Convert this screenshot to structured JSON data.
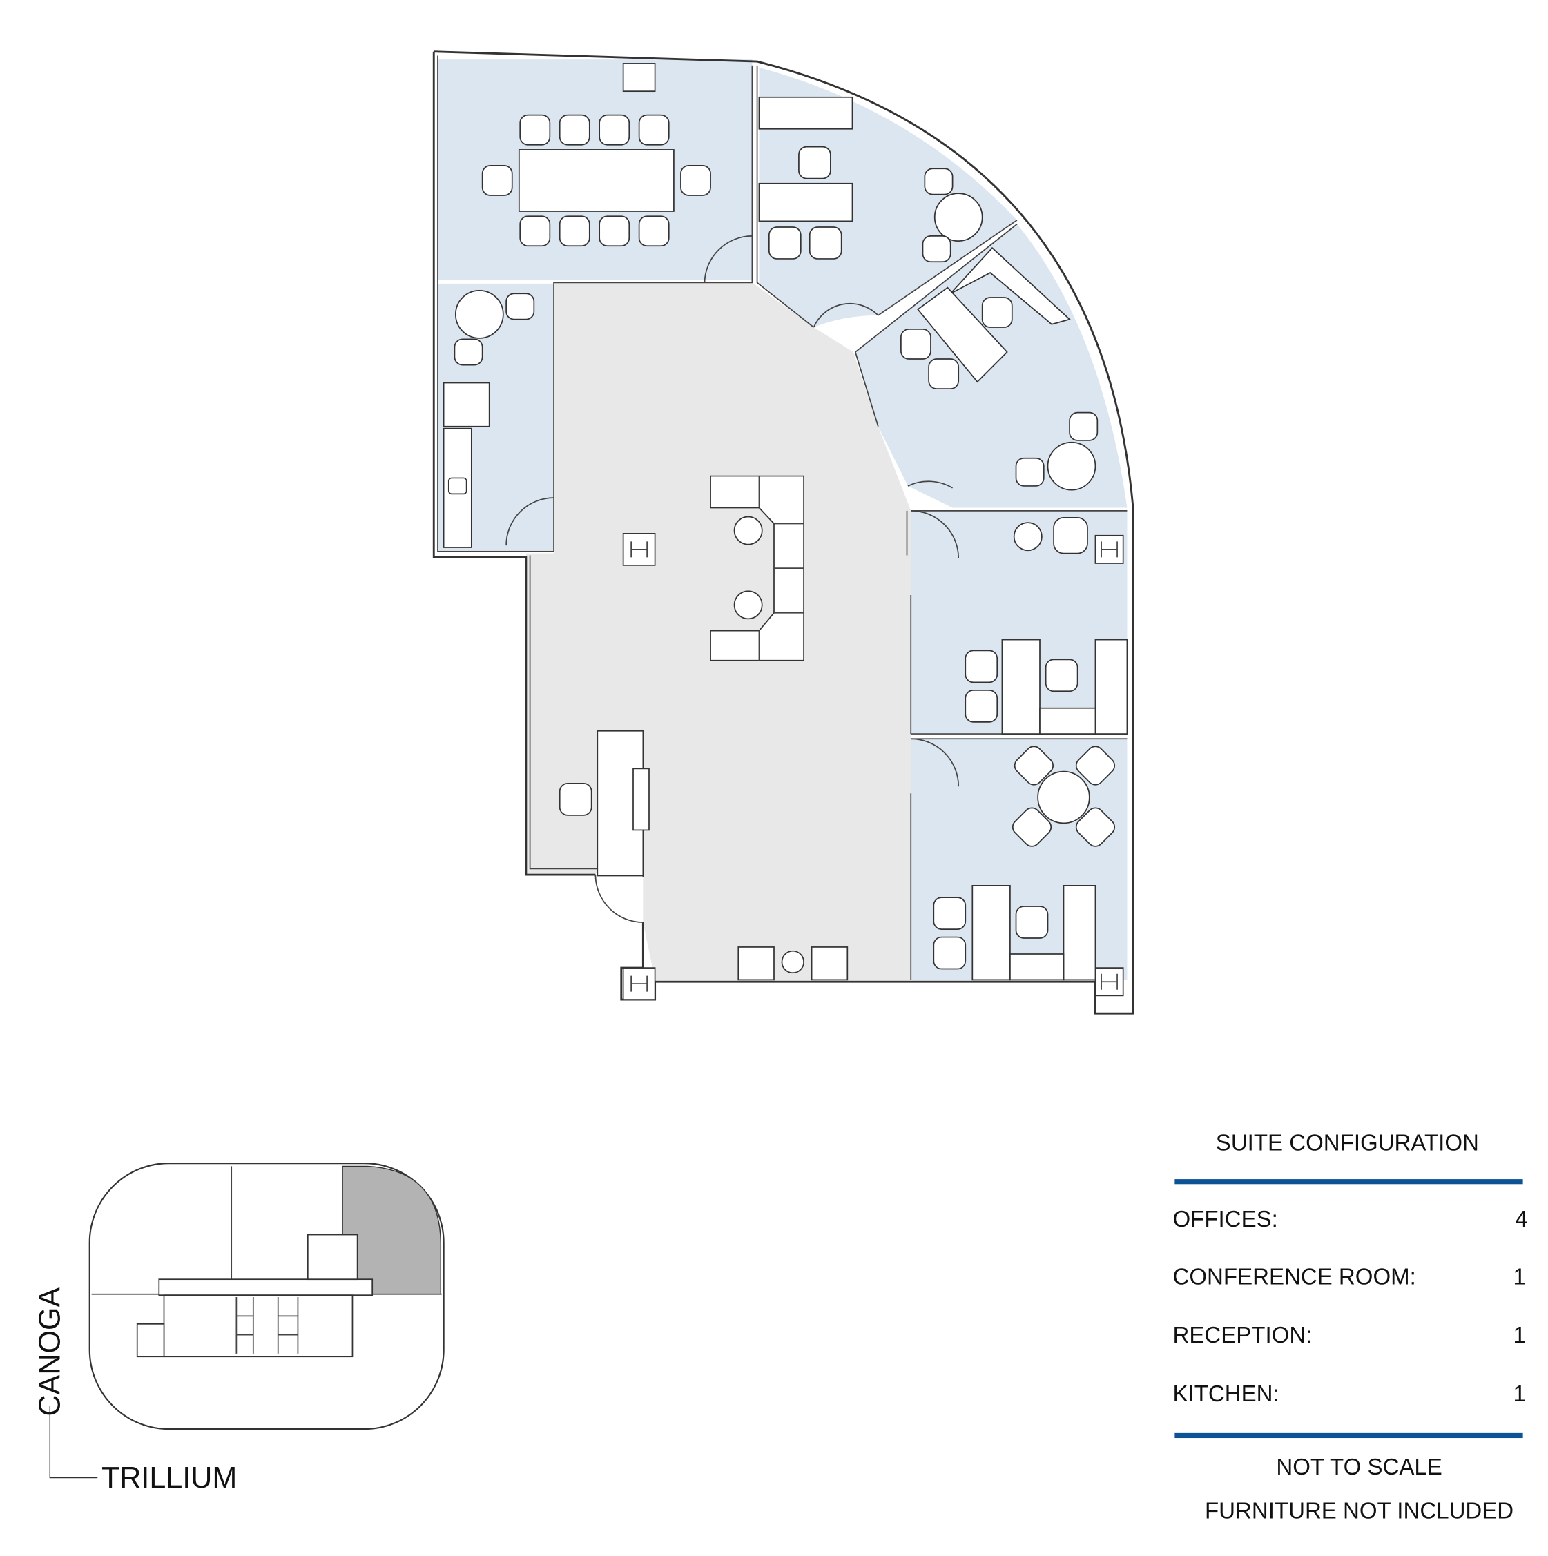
{
  "legend": {
    "title": "SUITE CONFIGURATION",
    "rows": [
      {
        "label": "OFFICES:",
        "value": "4"
      },
      {
        "label": "CONFERENCE ROOM:",
        "value": "1"
      },
      {
        "label": "RECEPTION:",
        "value": "1"
      },
      {
        "label": "KITCHEN:",
        "value": "1"
      }
    ],
    "notes": [
      "NOT TO SCALE",
      "FURNITURE NOT INCLUDED"
    ],
    "rule_color": "#0b5394"
  },
  "key_plan": {
    "street_vertical": "CANOGA",
    "street_horizontal": "TRILLIUM",
    "highlight_color": "#b3b3b3"
  },
  "colors": {
    "office_fill": "#dce6f0",
    "reception_fill": "#e8e8e8"
  }
}
